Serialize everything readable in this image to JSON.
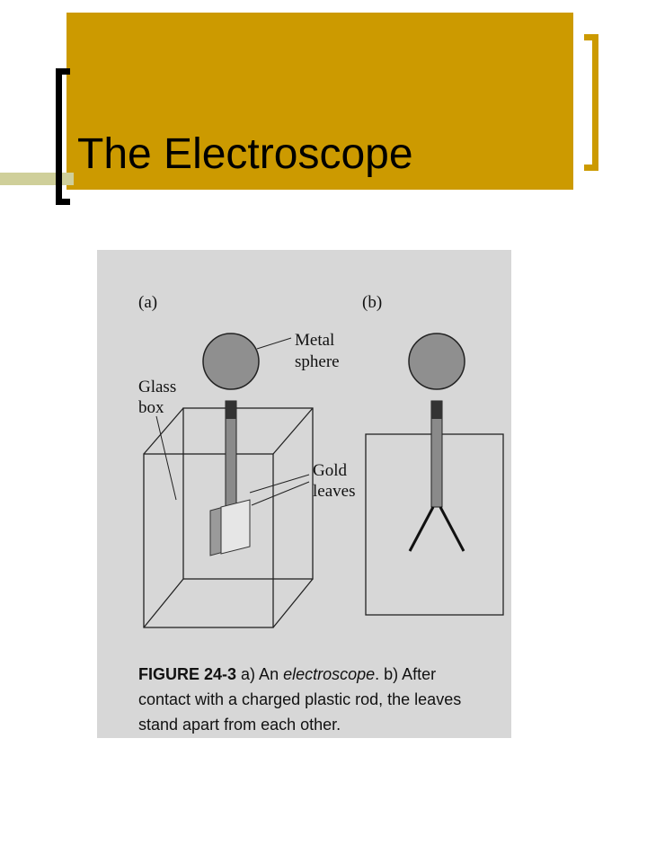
{
  "slide": {
    "title": "The Electroscope",
    "colors": {
      "accent": "#cc9a00",
      "olive": "#cfcf9a",
      "bracket": "#000000",
      "figure_bg": "#d7d7d7"
    }
  },
  "figure": {
    "panel_a_label": "(a)",
    "panel_b_label": "(b)",
    "labels": {
      "metal_sphere": [
        "Metal",
        "sphere"
      ],
      "glass_box": [
        "Glass",
        "box"
      ],
      "gold_leaves": [
        "Gold",
        "leaves"
      ]
    },
    "caption": {
      "figure_number": "FIGURE 24-3",
      "line1_pre": "a) An ",
      "line1_italic": "electroscope",
      "line1_post": ". b) After",
      "line2": "contact with a charged plastic rod, the leaves",
      "line3": "stand apart from each other."
    }
  }
}
